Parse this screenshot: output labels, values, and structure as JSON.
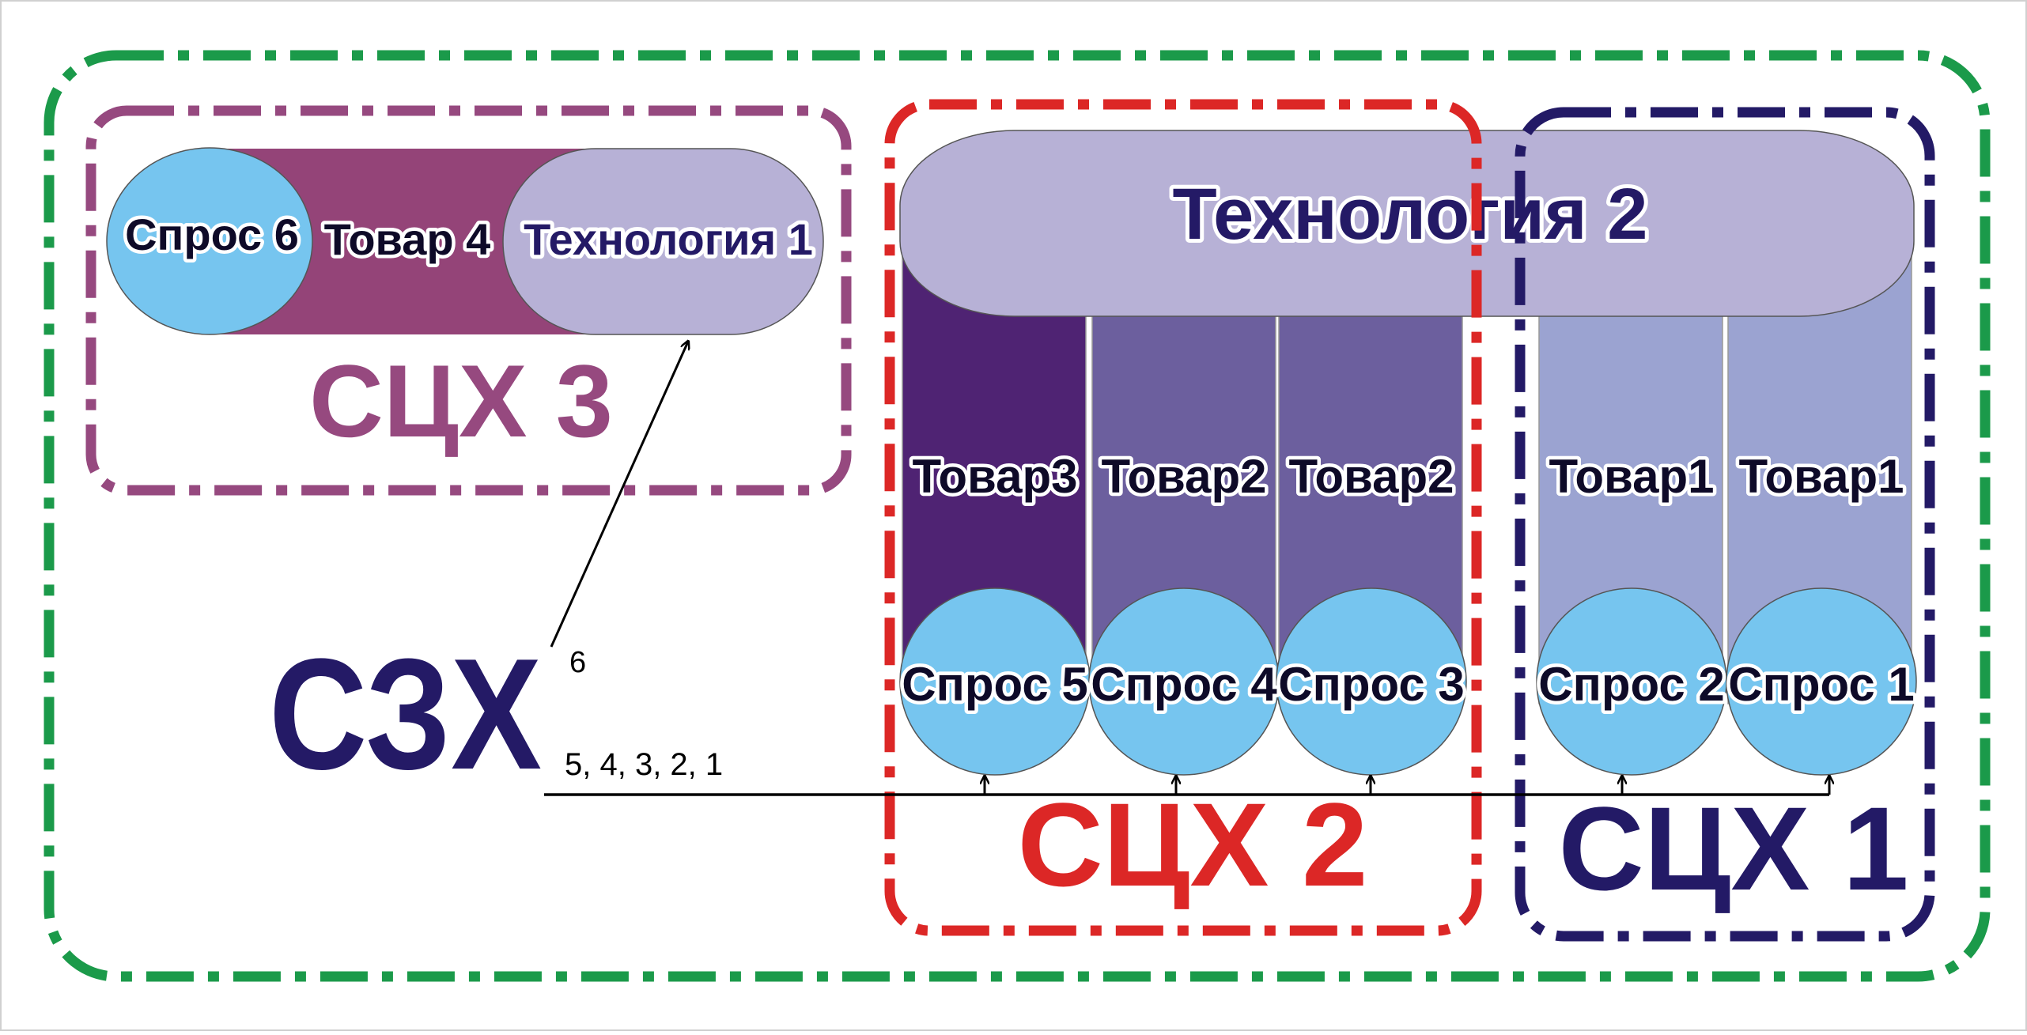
{
  "colors": {
    "outer_border": "#1b9a4a",
    "group3_border": "#96497f",
    "group2_border": "#dc2726",
    "group1_border": "#231a66",
    "demand_fill": "#76c5ef",
    "tech_fill": "#b7b1d6",
    "product3_fill": "#4f2373",
    "product2_fill": "#6c5f9e",
    "product1_fill": "#9ba3d1",
    "product4_fill": "#944478",
    "szh_text": "#241a66"
  },
  "groups": {
    "g3": {
      "label": "СЦХ 3"
    },
    "g2": {
      "label": "СЦХ 2"
    },
    "g1": {
      "label": "СЦХ 1"
    }
  },
  "group3": {
    "demand": "Спрос 6",
    "product": "Товар 4",
    "technology": "Технология 1"
  },
  "technology2": "Технология 2",
  "columns": [
    {
      "product": "Товар3",
      "demand": "Спрос 5"
    },
    {
      "product": "Товар2",
      "demand": "Спрос 4"
    },
    {
      "product": "Товар2",
      "demand": "Спрос 3"
    },
    {
      "product": "Товар1",
      "demand": "Спрос 2"
    },
    {
      "product": "Товар1",
      "demand": "Спрос 1"
    }
  ],
  "szh": {
    "label": "СЗХ",
    "arrow_up_label": "6",
    "arrow_right_label": "5, 4, 3, 2, 1"
  }
}
